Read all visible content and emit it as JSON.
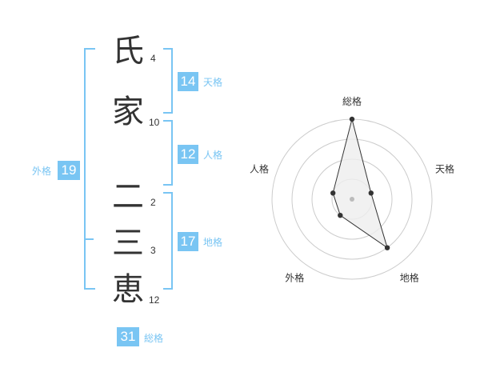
{
  "name": {
    "chars": [
      {
        "char": "氏",
        "strokes": "4"
      },
      {
        "char": "家",
        "strokes": "10"
      },
      {
        "char": "二",
        "strokes": "2"
      },
      {
        "char": "三",
        "strokes": "3"
      },
      {
        "char": "恵",
        "strokes": "12"
      }
    ]
  },
  "fortune": {
    "tenkaku": {
      "value": "14",
      "label": "天格"
    },
    "jinkaku": {
      "value": "12",
      "label": "人格"
    },
    "chikaku": {
      "value": "17",
      "label": "地格"
    },
    "gaikaku": {
      "value": "19",
      "label": "外格"
    },
    "soukaku": {
      "value": "31",
      "label": "総格"
    }
  },
  "chart_data": {
    "type": "radar",
    "axes": [
      "総格",
      "天格",
      "地格",
      "外格",
      "人格"
    ],
    "values": [
      4,
      1,
      3,
      1,
      1
    ],
    "max": 4,
    "rings": 4,
    "colors": {
      "accent": "#79c5f3",
      "fill": "#eeeeee",
      "line": "#333333"
    }
  }
}
